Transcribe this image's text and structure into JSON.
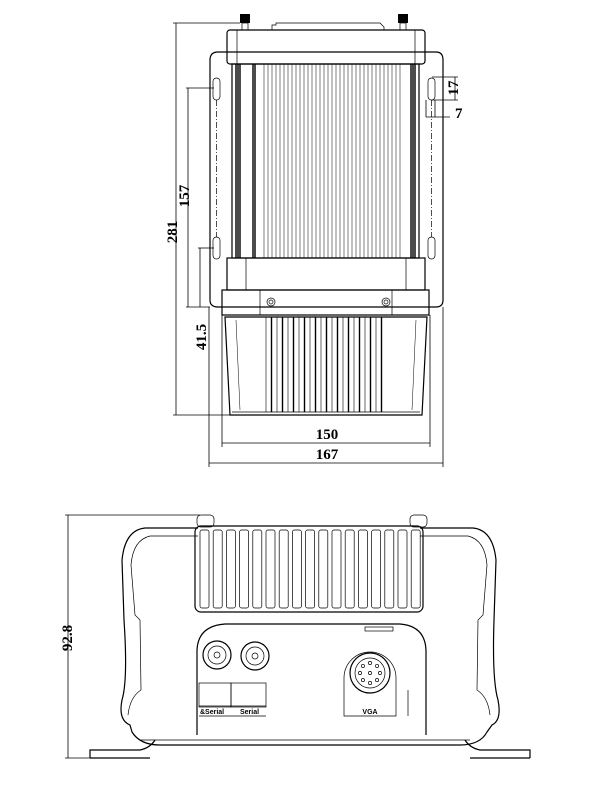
{
  "top_view": {
    "dimensions": {
      "overall_length": "281",
      "mount_hole_spacing": "157",
      "bottom_offset": "41.5",
      "slot_length": "17",
      "slot_width": "7",
      "body_width": "150",
      "flange_width": "167"
    }
  },
  "front_view": {
    "dimensions": {
      "height": "92.8"
    },
    "port_labels": {
      "serial_left": "&Serial",
      "serial_right": "Serial",
      "vga": "VGA"
    }
  }
}
